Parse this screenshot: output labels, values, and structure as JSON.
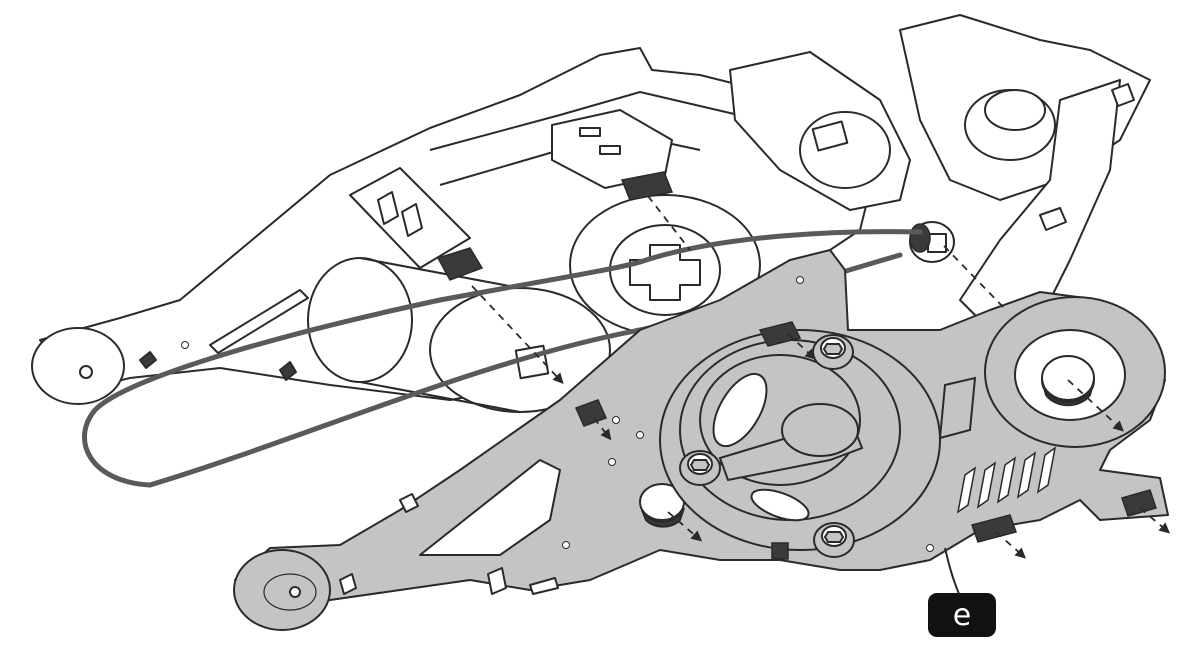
{
  "figure": {
    "callout": {
      "label": "e"
    }
  },
  "colors": {
    "background": "#ffffff",
    "line": "#2a2a2a",
    "back_part_fill": "#ffffff",
    "front_plate_fill": "#c4c4c4",
    "plate_shadow": "#a9a9a9",
    "dark_block": "#3a3a3a",
    "belt": "#5a5a5a",
    "callout_bg": "#111111",
    "callout_text": "#ffffff"
  },
  "icons": {
    "assembly_arrows": "dashed-arrow",
    "fasteners": "socket-head-screw"
  }
}
